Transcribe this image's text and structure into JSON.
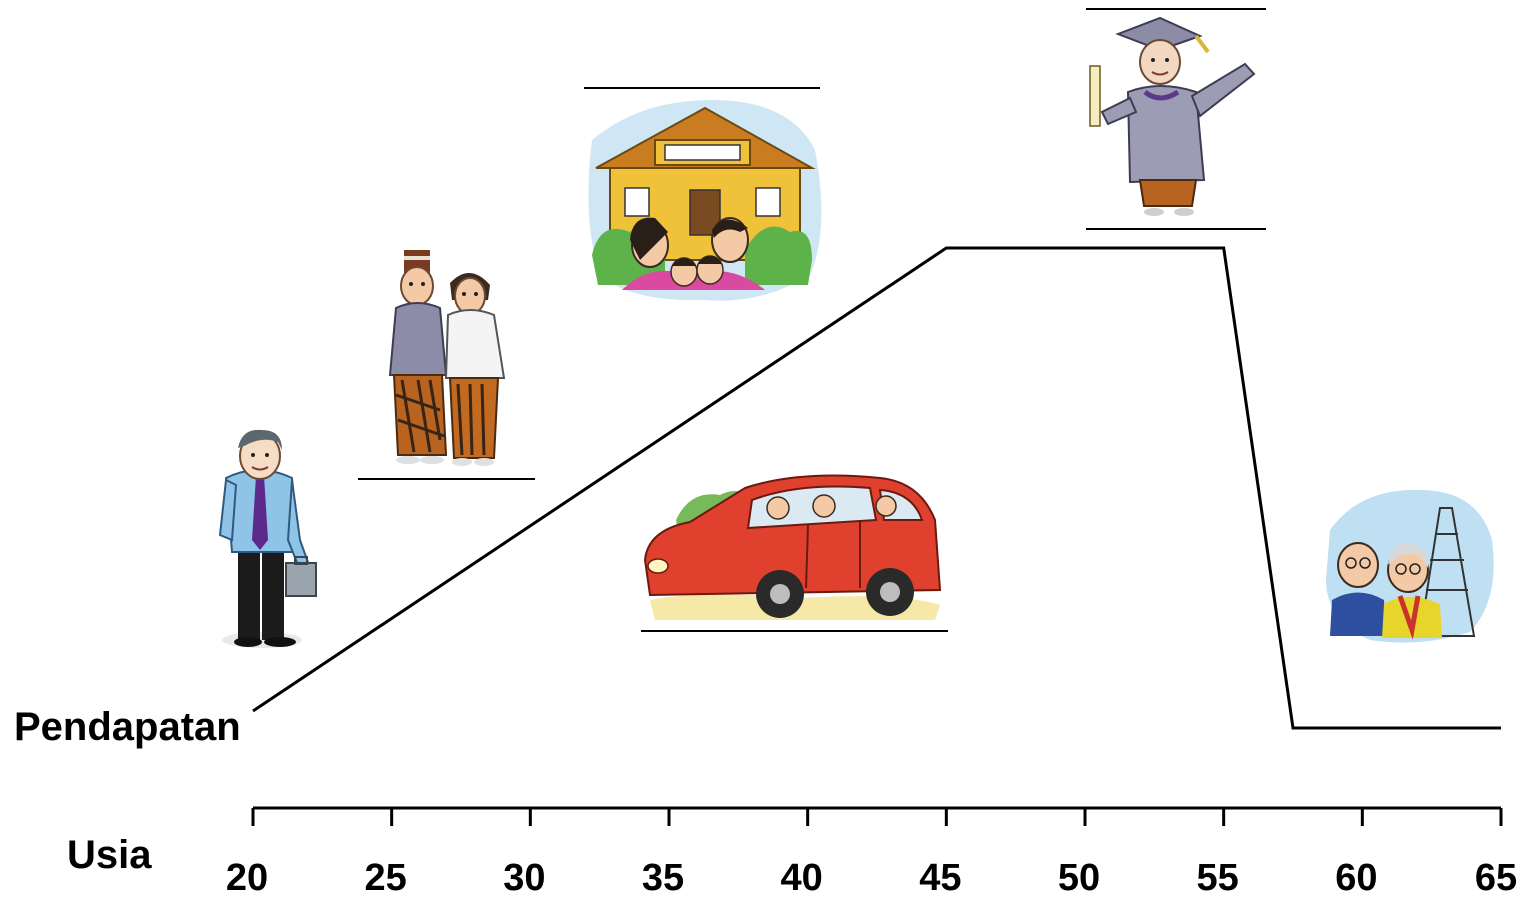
{
  "chart_data": {
    "type": "line",
    "title": "",
    "ylabel": "Pendapatan",
    "xlabel": "Usia",
    "x_ticks": [
      20,
      25,
      30,
      35,
      40,
      45,
      50,
      55,
      60,
      65
    ],
    "xlim": [
      20,
      65
    ],
    "ylim": [
      0,
      1
    ],
    "series": [
      {
        "x": [
          20,
          45,
          55,
          57.5,
          65
        ],
        "y": [
          0,
          1,
          1,
          0,
          0
        ]
      }
    ],
    "grid": false,
    "illustrations": [
      "young-worker-with-briefcase",
      "married-couple",
      "family-with-house",
      "family-car",
      "graduation",
      "elderly-couple-travel"
    ]
  }
}
